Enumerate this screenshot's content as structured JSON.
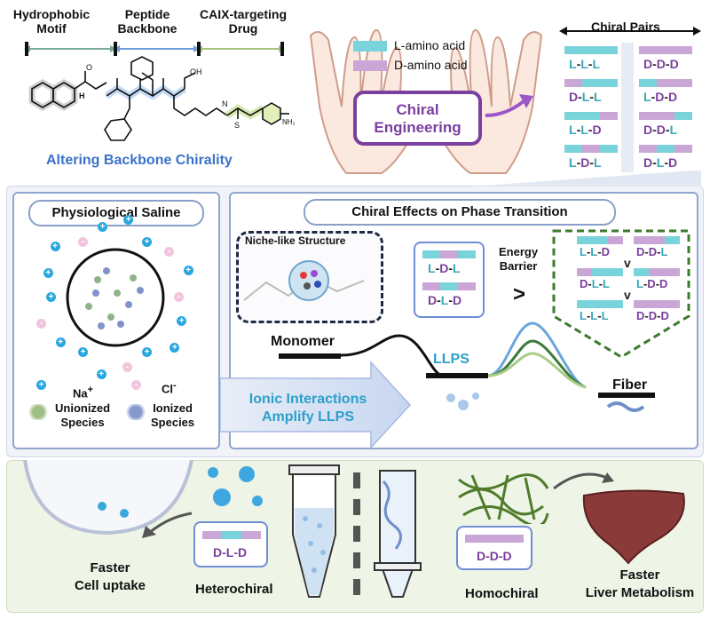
{
  "top_left": {
    "header_hydrophobic": "Hydrophobic\nMotif",
    "header_backbone": "Peptide\nBackbone",
    "header_drug": "CAIX-targeting\nDrug",
    "caption": "Altering Backbone Chirality",
    "atom_h": "H",
    "atom_n": "N",
    "atom_oh": "OH",
    "atom_o": "O",
    "atom_s": "S",
    "atom_nh2": "NH₂"
  },
  "chiral_engineering": {
    "legend_l": "L-amino acid",
    "legend_d": "D-amino acid",
    "box_line1": "Chiral",
    "box_line2": "Engineering",
    "pairs_title": "Chiral Pairs",
    "pairs_left": [
      "L-L-L",
      "D-L-L",
      "L-L-D",
      "L-D-L"
    ],
    "pairs_right": [
      "D-D-D",
      "L-D-D",
      "D-D-L",
      "D-L-D"
    ]
  },
  "saline": {
    "title": "Physiological Saline",
    "na_label": "Na",
    "na_sup": "+",
    "cl_label": "Cl",
    "cl_sup": "-",
    "unionized": "Unionized\nSpecies",
    "ionized": "Ionized\nSpecies"
  },
  "phase": {
    "title": "Chiral Effects on Phase Transition",
    "niche": "Niche-like Structure",
    "energy_barrier": "Energy\nBarrier",
    "gt": ">",
    "hetero_top": "L-D-L",
    "hetero_bottom": "D-L-D",
    "order_rows": [
      [
        "L-L-D",
        "D-D-L"
      ],
      [
        "D-L-L",
        "L-D-D"
      ],
      [
        "L-L-L",
        "D-D-D"
      ]
    ],
    "v": "v",
    "monomer": "Monomer",
    "llps": "LLPS",
    "fiber": "Fiber",
    "arrow_text": "Ionic Interactions\nAmplify LLPS"
  },
  "bottom": {
    "faster_uptake": "Faster\nCell uptake",
    "hetero_label": "D-L-D",
    "heterochiral": "Heterochiral",
    "homo_label": "D-D-D",
    "homochiral": "Homochiral",
    "faster_liver": "Faster\nLiver Metabolism"
  },
  "colors": {
    "l_amino": "#79d3da",
    "d_amino": "#c9a6d6",
    "purple": "#7b3f9e",
    "cyan": "#3aa8b8",
    "panel_blue": "#eef1fa",
    "panel_green": "#eef4e6"
  }
}
